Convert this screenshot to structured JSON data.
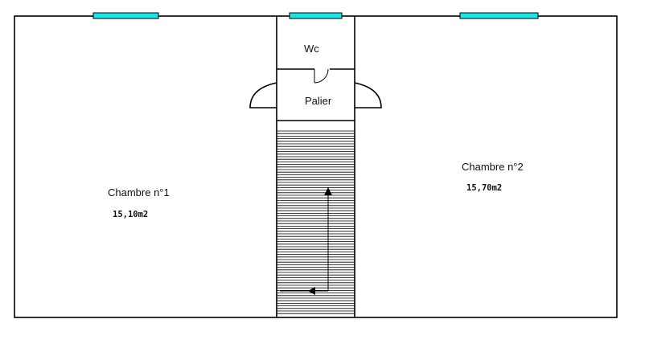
{
  "plan": {
    "rooms": [
      {
        "name": "Chambre n°1",
        "area": "15,10m2"
      },
      {
        "name": "Wc"
      },
      {
        "name": "Palier"
      },
      {
        "name": "Chambre n°2",
        "area": "15,70m2"
      }
    ],
    "colors": {
      "walls": "#000000",
      "windows": "#19e6e6",
      "background": "#ffffff"
    }
  }
}
